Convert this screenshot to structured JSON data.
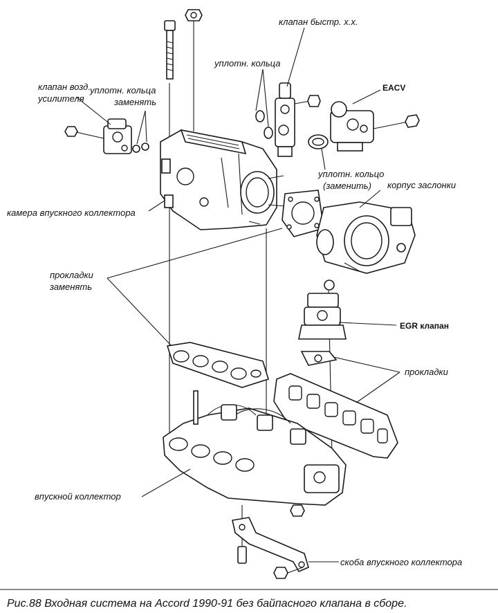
{
  "labels": {
    "idle_valve": "клапан быстр. х.х.",
    "orings_top": "уплотн. кольца",
    "eacv": "EACV",
    "air_valve_line1": "клапан возд.",
    "air_valve_line2": "усилителя",
    "orings_replace_line1": "уплотн. кольца",
    "orings_replace_line2": "заменять",
    "oring_replace_line1": "уплотн. кольцо",
    "oring_replace_line2": "(заменить)",
    "throttle_body": "корпус заслонки",
    "plenum": "камера впускного коллектора",
    "gaskets_replace_line1": "прокладки",
    "gaskets_replace_line2": "заменять",
    "egr_valve": "EGR клапан",
    "gaskets": "прокладки",
    "intake_manifold": "впускной коллектор",
    "manifold_bracket": "скоба впускного коллектора"
  },
  "caption": "Рис.88  Входная система на Accord 1990-91 без байпасного клапана в сборе."
}
